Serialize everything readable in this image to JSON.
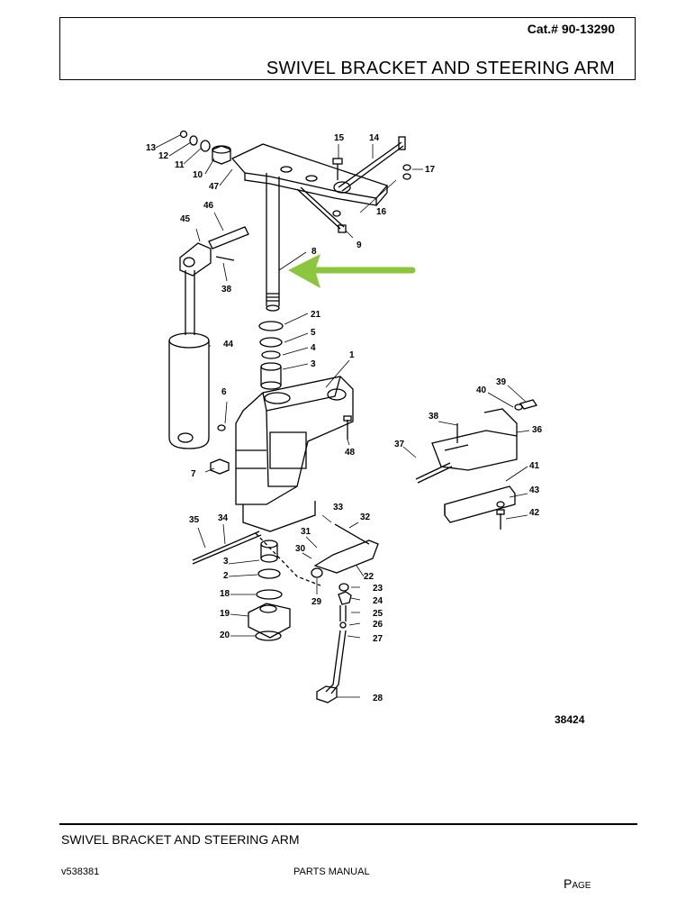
{
  "header": {
    "catalog_number": "Cat.# 90-13290",
    "title": "SWIVEL BRACKET AND STEERING ARM"
  },
  "diagram": {
    "figure_number": "38424",
    "arrow_color": "#8cc63f",
    "callouts": [
      "13",
      "12",
      "11",
      "10",
      "47",
      "15",
      "14",
      "17",
      "16",
      "9",
      "46",
      "45",
      "8",
      "38",
      "21",
      "5",
      "4",
      "3",
      "1",
      "44",
      "6",
      "48",
      "7",
      "39",
      "40",
      "38",
      "36",
      "37",
      "41",
      "43",
      "42",
      "35",
      "34",
      "33",
      "32",
      "31",
      "30",
      "3",
      "2",
      "18",
      "19",
      "20",
      "29",
      "22",
      "23",
      "24",
      "25",
      "26",
      "27",
      "28"
    ]
  },
  "footer": {
    "title": "SWIVEL BRACKET AND STEERING ARM",
    "doc_id": "v538381",
    "manual_name": "PARTS MANUAL",
    "page_label": "Page"
  }
}
